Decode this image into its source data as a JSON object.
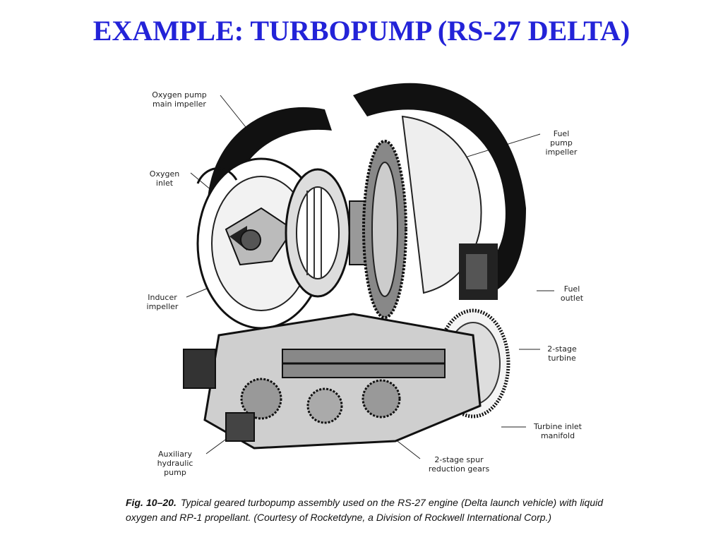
{
  "slide": {
    "title": "EXAMPLE: TURBOPUMP (RS-27 DELTA)"
  },
  "figure": {
    "labels": {
      "oxygen_pump_main_impeller": "Oxygen pump\nmain impeller",
      "oxygen_inlet": "Oxygen\ninlet",
      "inducer_impeller": "Inducer\nimpeller",
      "auxiliary_hydraulic_pump": "Auxiliary\nhydraulic\npump",
      "fuel_pump_impeller": "Fuel\npump\nimpeller",
      "fuel_outlet": "Fuel\noutlet",
      "two_stage_turbine": "2-stage\nturbine",
      "turbine_inlet_manifold": "Turbine inlet\nmanifold",
      "two_stage_spur_reduction_gears": "2-stage spur\nreduction gears"
    },
    "caption": {
      "number": "Fig. 10–20.",
      "text": "Typical geared turbopump assembly used on the RS-27 engine (Delta launch vehicle) with liquid oxygen and RP-1 propellant. (Courtesy of Rocketdyne, a Division of Rockwell International Corp.)"
    }
  }
}
